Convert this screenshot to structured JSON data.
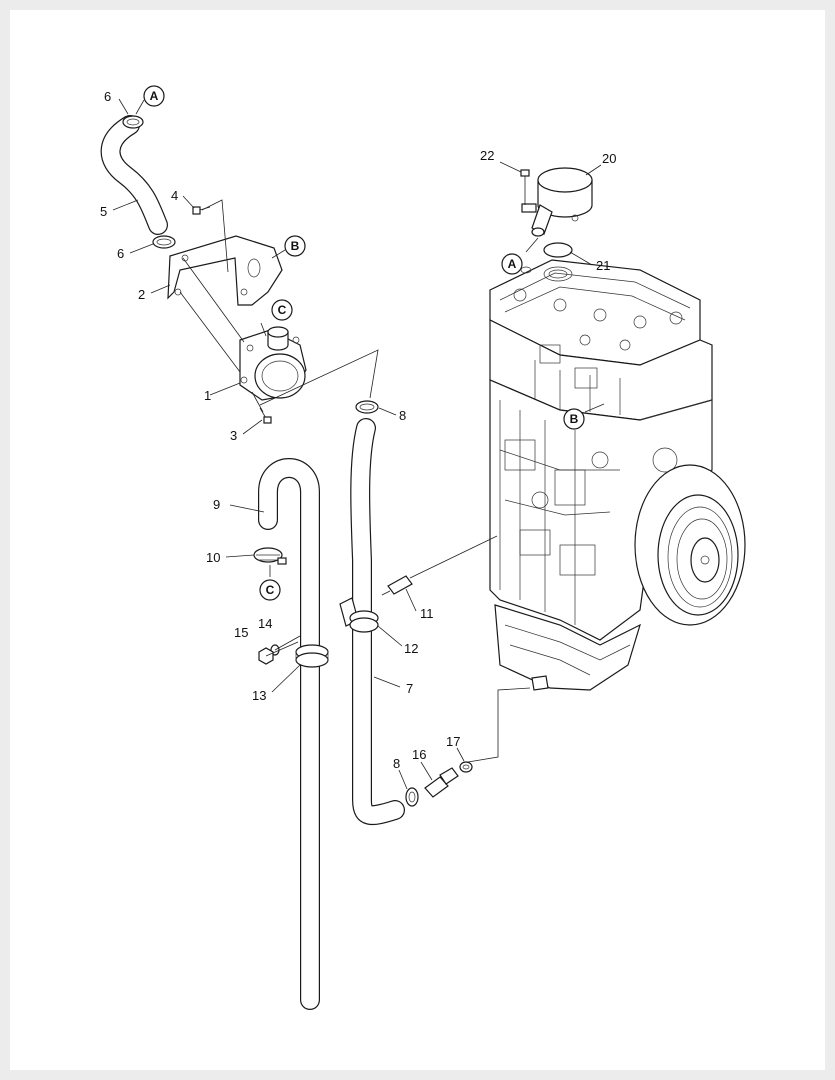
{
  "diagram": {
    "callouts": [
      {
        "id": "c1",
        "label": "1"
      },
      {
        "id": "c2",
        "label": "2"
      },
      {
        "id": "c3",
        "label": "3"
      },
      {
        "id": "c4",
        "label": "4"
      },
      {
        "id": "c5",
        "label": "5"
      },
      {
        "id": "c6a",
        "label": "6"
      },
      {
        "id": "c6b",
        "label": "6"
      },
      {
        "id": "c7",
        "label": "7"
      },
      {
        "id": "c8a",
        "label": "8"
      },
      {
        "id": "c8b",
        "label": "8"
      },
      {
        "id": "c9",
        "label": "9"
      },
      {
        "id": "c10",
        "label": "10"
      },
      {
        "id": "c11",
        "label": "11"
      },
      {
        "id": "c12",
        "label": "12"
      },
      {
        "id": "c13",
        "label": "13"
      },
      {
        "id": "c14",
        "label": "14"
      },
      {
        "id": "c15",
        "label": "15"
      },
      {
        "id": "c16",
        "label": "16"
      },
      {
        "id": "c17",
        "label": "17"
      },
      {
        "id": "c20",
        "label": "20"
      },
      {
        "id": "c21",
        "label": "21"
      },
      {
        "id": "c22",
        "label": "22"
      }
    ],
    "references": [
      {
        "id": "r-a-top",
        "label": "A"
      },
      {
        "id": "r-a-engine",
        "label": "A"
      },
      {
        "id": "r-b-bracket",
        "label": "B"
      },
      {
        "id": "r-b-engine",
        "label": "B"
      },
      {
        "id": "r-c-breather",
        "label": "C"
      },
      {
        "id": "r-c-clamp",
        "label": "C"
      }
    ]
  }
}
